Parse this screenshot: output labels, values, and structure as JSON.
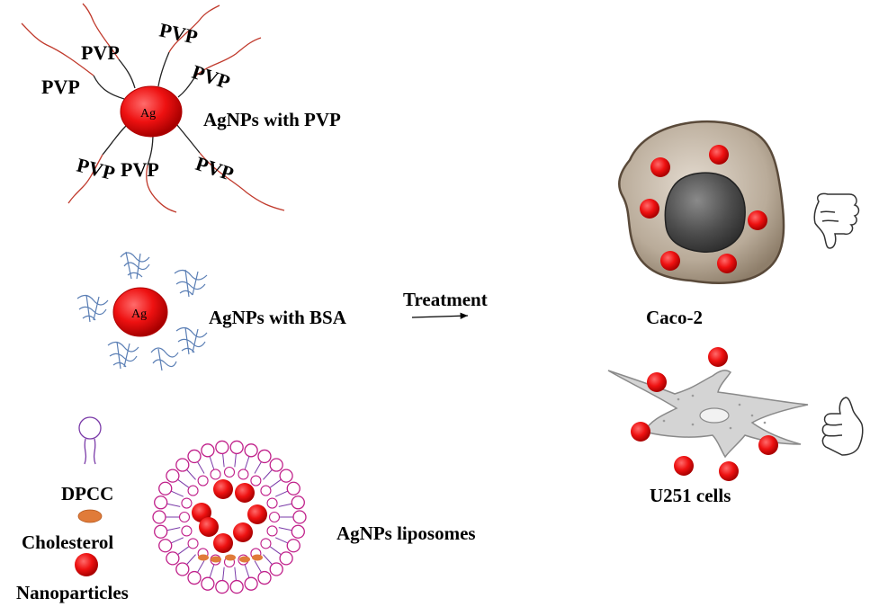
{
  "pvp_section": {
    "core_label": "Ag",
    "ligand_label": "PVP",
    "title": "AgNPs with PVP"
  },
  "bsa_section": {
    "core_label": "Ag",
    "title": "AgNPs with BSA"
  },
  "treatment": {
    "label": "Treatment"
  },
  "liposome_section": {
    "legend_dpcc": "DPCC",
    "legend_cholesterol": "Cholesterol",
    "legend_nanoparticles": "Nanoparticles",
    "title_prefix": "AgNPs l",
    "title_suffix": "iposomes"
  },
  "cells": {
    "caco2_label": "Caco-2",
    "u251_label": "U251 cells",
    "caco2_verdict_icon": "thumbs-down-icon",
    "u251_verdict_icon": "thumbs-up-icon"
  },
  "colors": {
    "nanoparticle": "#ee1111",
    "polymer_tail": "#c0392b",
    "bsa_protein": "#5b7fb5",
    "lipid_head": "#c0208a",
    "cholesterol": "#e07b39",
    "caco2_membrane": "#7a6a58",
    "u251_body": "#d4d4d4"
  }
}
